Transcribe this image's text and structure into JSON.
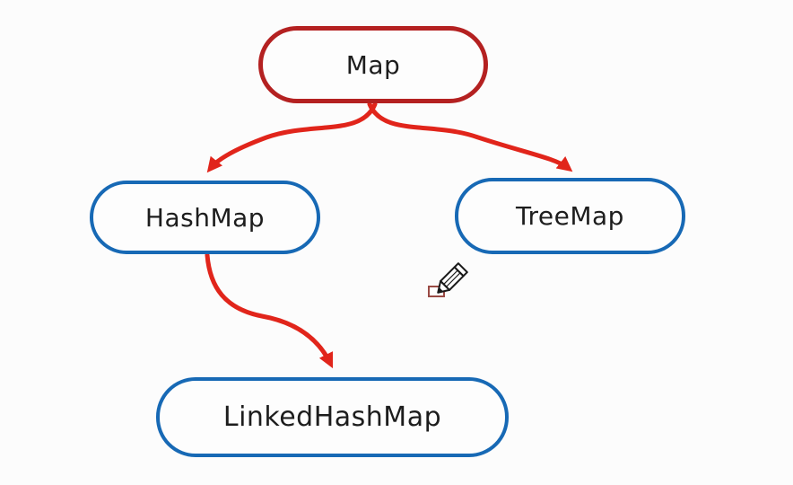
{
  "diagram": {
    "background_color": "#fcfcfc",
    "text_color": "#1d1d1d",
    "edge_color": "#e1251b",
    "nodes": [
      {
        "id": "map",
        "label": "Map",
        "border_color": "#b42121"
      },
      {
        "id": "hashmap",
        "label": "HashMap",
        "border_color": "#1769b5"
      },
      {
        "id": "treemap",
        "label": "TreeMap",
        "border_color": "#1769b5"
      },
      {
        "id": "linkedhashmap",
        "label": "LinkedHashMap",
        "border_color": "#1769b5"
      }
    ],
    "edges": [
      {
        "from": "Map",
        "to": "HashMap"
      },
      {
        "from": "Map",
        "to": "TreeMap"
      },
      {
        "from": "HashMap",
        "to": "LinkedHashMap"
      }
    ],
    "cursor": {
      "tool": "pencil",
      "has_selection_box": true
    }
  }
}
